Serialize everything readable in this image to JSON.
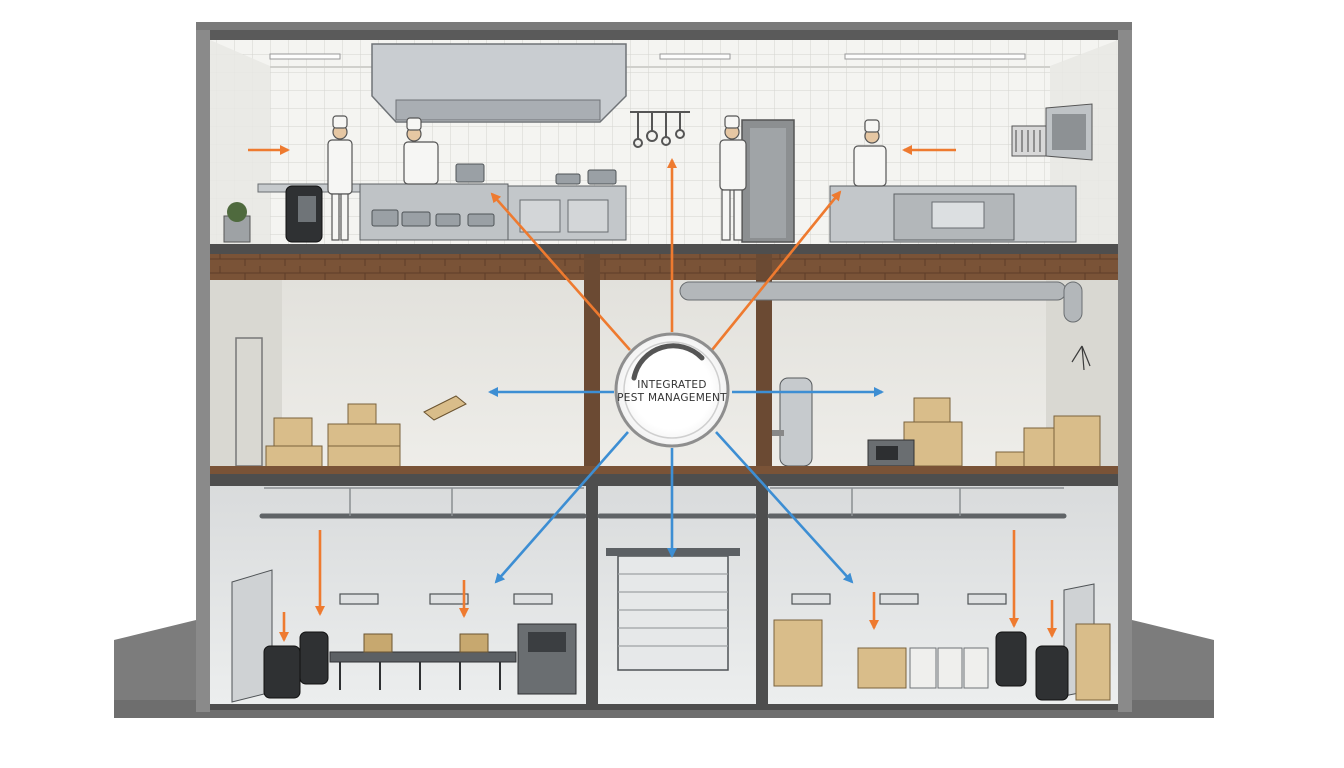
{
  "hub": {
    "line1": "INTEGRATED",
    "line2": "PEST MANAGEMENT"
  },
  "colors": {
    "orange_arrow": "#ee7a2f",
    "blue_arrow": "#3d8ed3",
    "wall": "#e4e4e0",
    "tile": "#f3f3f0",
    "beam": "#6b4a33",
    "floor_wood": "#7a5337",
    "steel": "#b8bcc0",
    "structure": "#5a5a5a"
  },
  "floors": [
    {
      "id": "kitchen",
      "icon": "chef-icon"
    },
    {
      "id": "storage",
      "icon": "box-icon"
    },
    {
      "id": "warehouse",
      "icon": "pallet-icon"
    }
  ]
}
